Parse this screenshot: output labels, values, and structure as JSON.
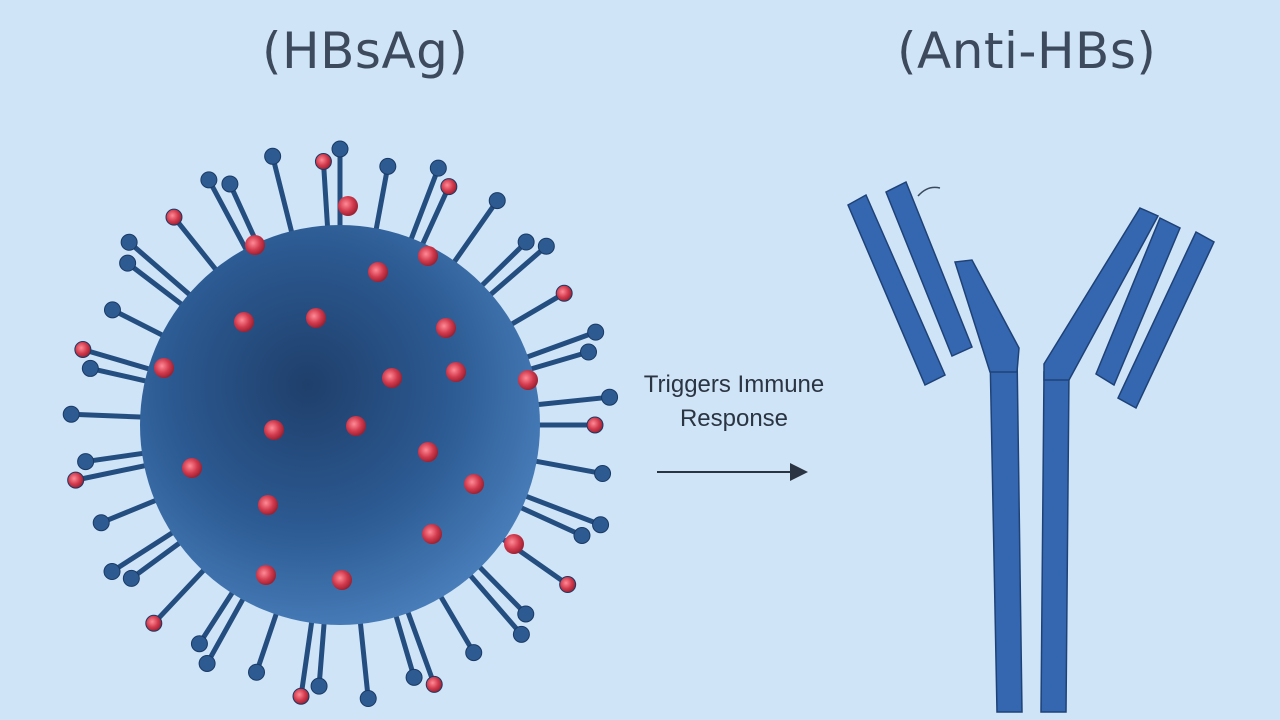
{
  "antigen": {
    "label": "(HBsAg)"
  },
  "antibody": {
    "label": "(Anti-HBs)"
  },
  "arrow": {
    "label_line1": "Triggers Immune",
    "label_line2": "Response"
  },
  "colors": {
    "background": "#cfe4f6",
    "virus_body": "#2f5f99",
    "spike": "#244e80",
    "spike_tip_red": "#d23a4d",
    "antibody": "#3567b0",
    "text": "#3d4a5e"
  },
  "icons": {
    "virus": "virus-icon",
    "antibody": "antibody-icon",
    "arrow": "arrow-right-icon"
  }
}
